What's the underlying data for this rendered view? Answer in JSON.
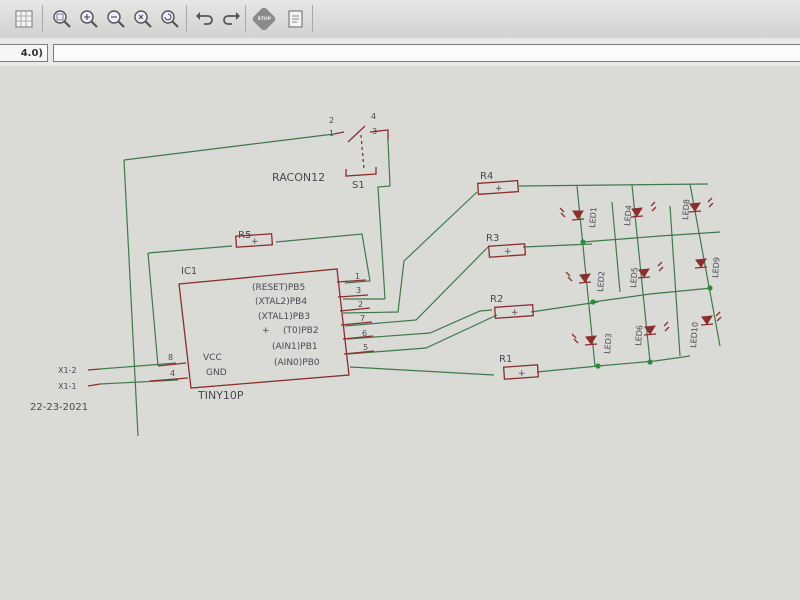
{
  "toolbar": {
    "icons": [
      "grid-icon",
      "zoom-fit-icon",
      "zoom-in-icon",
      "zoom-out-icon",
      "zoom-select-icon",
      "redraw-icon",
      "undo-icon",
      "redo-icon",
      "stop-icon",
      "run-script-icon"
    ],
    "stop_label": "STOP"
  },
  "coord_box": {
    "text": "4.0)"
  },
  "command_line": {
    "value": ""
  },
  "schematic": {
    "switch": {
      "name": "S1",
      "value": "RACON12",
      "pins": [
        "1",
        "2",
        "3",
        "4"
      ]
    },
    "ic": {
      "name": "IC1",
      "value": "TINY10P",
      "pins_right": [
        {
          "label": "(RESET)PB5",
          "num": "1"
        },
        {
          "label": "(XTAL2)PB4",
          "num": "3"
        },
        {
          "label": "(XTAL1)PB3",
          "num": "2"
        },
        {
          "label": "(T0)PB2",
          "num": "7"
        },
        {
          "label": "(AIN1)PB1",
          "num": "6"
        },
        {
          "label": "(AIN0)PB0",
          "num": "5"
        }
      ],
      "pins_left": [
        {
          "label": "VCC",
          "num": "8"
        },
        {
          "label": "GND",
          "num": "4"
        }
      ],
      "plus_mark": "+"
    },
    "resistors": [
      {
        "name": "R5"
      },
      {
        "name": "R4"
      },
      {
        "name": "R3"
      },
      {
        "name": "R2"
      },
      {
        "name": "R1"
      }
    ],
    "resistor_mark": "+",
    "leds": [
      "LED1",
      "LED2",
      "LED3",
      "LED4",
      "LED5",
      "LED6",
      "LED8",
      "LED9",
      "LED10"
    ],
    "connectors": [
      "X1-2",
      "X1-1"
    ],
    "date_text": "22-23-2021"
  }
}
